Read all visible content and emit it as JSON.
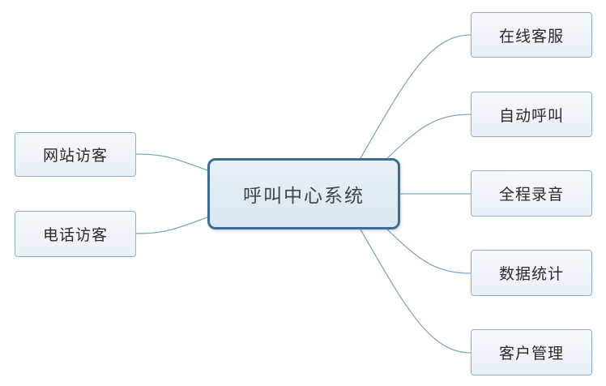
{
  "center": {
    "label": "呼叫中心系统"
  },
  "left_branches": [
    {
      "label": "网站访客"
    },
    {
      "label": "电话访客"
    }
  ],
  "right_branches": [
    {
      "label": "在线客服"
    },
    {
      "label": "自动呼叫"
    },
    {
      "label": "全程录音"
    },
    {
      "label": "数据统计"
    },
    {
      "label": "客户管理"
    }
  ],
  "colors": {
    "connector": "#7fa8c4",
    "center_border": "#3a6d94",
    "leaf_border": "#8fb0c8"
  }
}
